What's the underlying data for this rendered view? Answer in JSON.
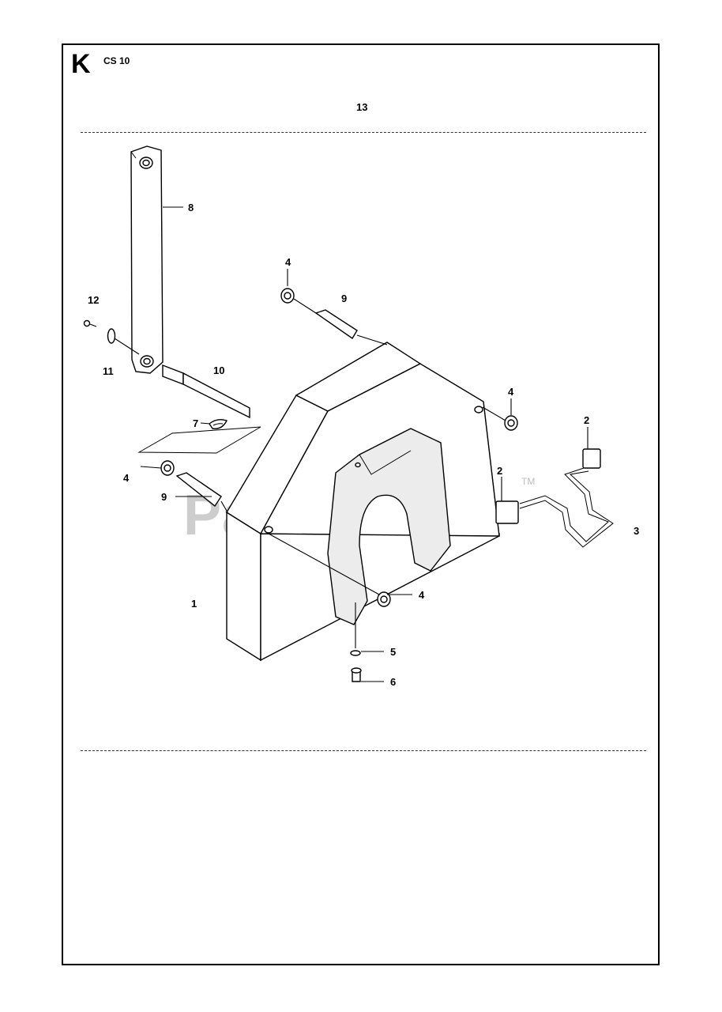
{
  "header": {
    "section_letter": "K",
    "model": "CS 10",
    "page_number": "13"
  },
  "watermark": {
    "text": "PartsTree",
    "trademark": "TM"
  },
  "callouts": [
    {
      "id": "c1",
      "text": "1"
    },
    {
      "id": "c2a",
      "text": "2"
    },
    {
      "id": "c2b",
      "text": "2"
    },
    {
      "id": "c3",
      "text": "3"
    },
    {
      "id": "c4a",
      "text": "4"
    },
    {
      "id": "c4b",
      "text": "4"
    },
    {
      "id": "c4c",
      "text": "4"
    },
    {
      "id": "c4d",
      "text": "4"
    },
    {
      "id": "c5",
      "text": "5"
    },
    {
      "id": "c6",
      "text": "6"
    },
    {
      "id": "c7",
      "text": "7"
    },
    {
      "id": "c8",
      "text": "8"
    },
    {
      "id": "c9a",
      "text": "9"
    },
    {
      "id": "c9b",
      "text": "9"
    },
    {
      "id": "c10",
      "text": "10"
    },
    {
      "id": "c11",
      "text": "11"
    },
    {
      "id": "c12",
      "text": "12"
    }
  ]
}
